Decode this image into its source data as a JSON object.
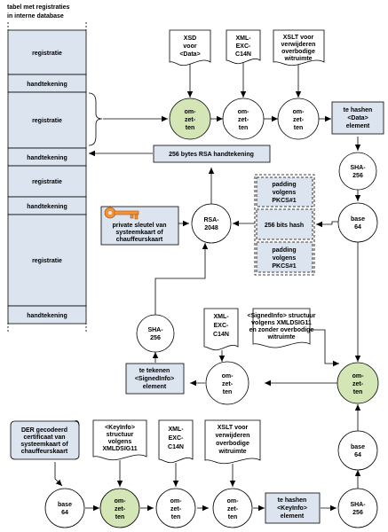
{
  "table": {
    "title_lines": [
      "tabel met registraties",
      "in interne database"
    ],
    "rows": [
      "registratie",
      "handtekening",
      "registratie",
      "handtekening",
      "registratie",
      "handtekening",
      "registratie",
      "handtekening"
    ]
  },
  "documents": {
    "xsd_data": [
      "XSD",
      "voor",
      "<Data>"
    ],
    "xml_c14n_top": [
      "XML-",
      "EXC-",
      "C14N"
    ],
    "xslt_top": [
      "XSLT voor",
      "verwijderen",
      "overbodige",
      "witruimte"
    ],
    "xml_c14n_mid": [
      "XML-",
      "EXC-",
      "C14N"
    ],
    "signedinfo_struct": [
      "<SignedInfo> structuur",
      "volgens XMLDSIG11",
      "en zonder overbodige",
      "witruimte"
    ],
    "der_cert": [
      "DER gecodeerd",
      "certificaat van",
      "systeemkaart of",
      "chauffeurskaart"
    ],
    "keyinfo_struct": [
      "<KeyInfo>",
      "structuur",
      "volgens",
      "XMLDSIG11"
    ],
    "xml_c14n_bottom": [
      "XML-",
      "EXC-",
      "C14N"
    ],
    "xslt_bottom": [
      "XSLT voor",
      "verwijderen",
      "overbodige",
      "witruimte"
    ]
  },
  "nodes": {
    "omzetten": [
      "om-",
      "zet-",
      "ten"
    ],
    "sha256": [
      "SHA-",
      "256"
    ],
    "base64": [
      "base",
      "64"
    ],
    "rsa2048": [
      "RSA-",
      "2048"
    ]
  },
  "boxes": {
    "hash_data": [
      "te hashen",
      "<Data>",
      "element"
    ],
    "rsa_sig": [
      "256 bytes RSA handtekening"
    ],
    "private_key": [
      "private sleutel van",
      "systeemkaart of",
      "chauffeurskaart"
    ],
    "padding_top": [
      "padding",
      "volgens",
      "PKCS#1"
    ],
    "hash_bits": [
      "256 bits hash"
    ],
    "padding_bottom": [
      "padding",
      "volgens",
      "PKCS#1"
    ],
    "sign_signedinfo": [
      "te tekenen",
      "<SignedInfo>",
      "element"
    ],
    "hash_keyinfo": [
      "te hashen",
      "<KeyInfo>",
      "element"
    ]
  },
  "colors": {
    "box_fill": "#dce4f0",
    "green_fill": "#d4e6b5",
    "key_color": "#f0943a"
  }
}
